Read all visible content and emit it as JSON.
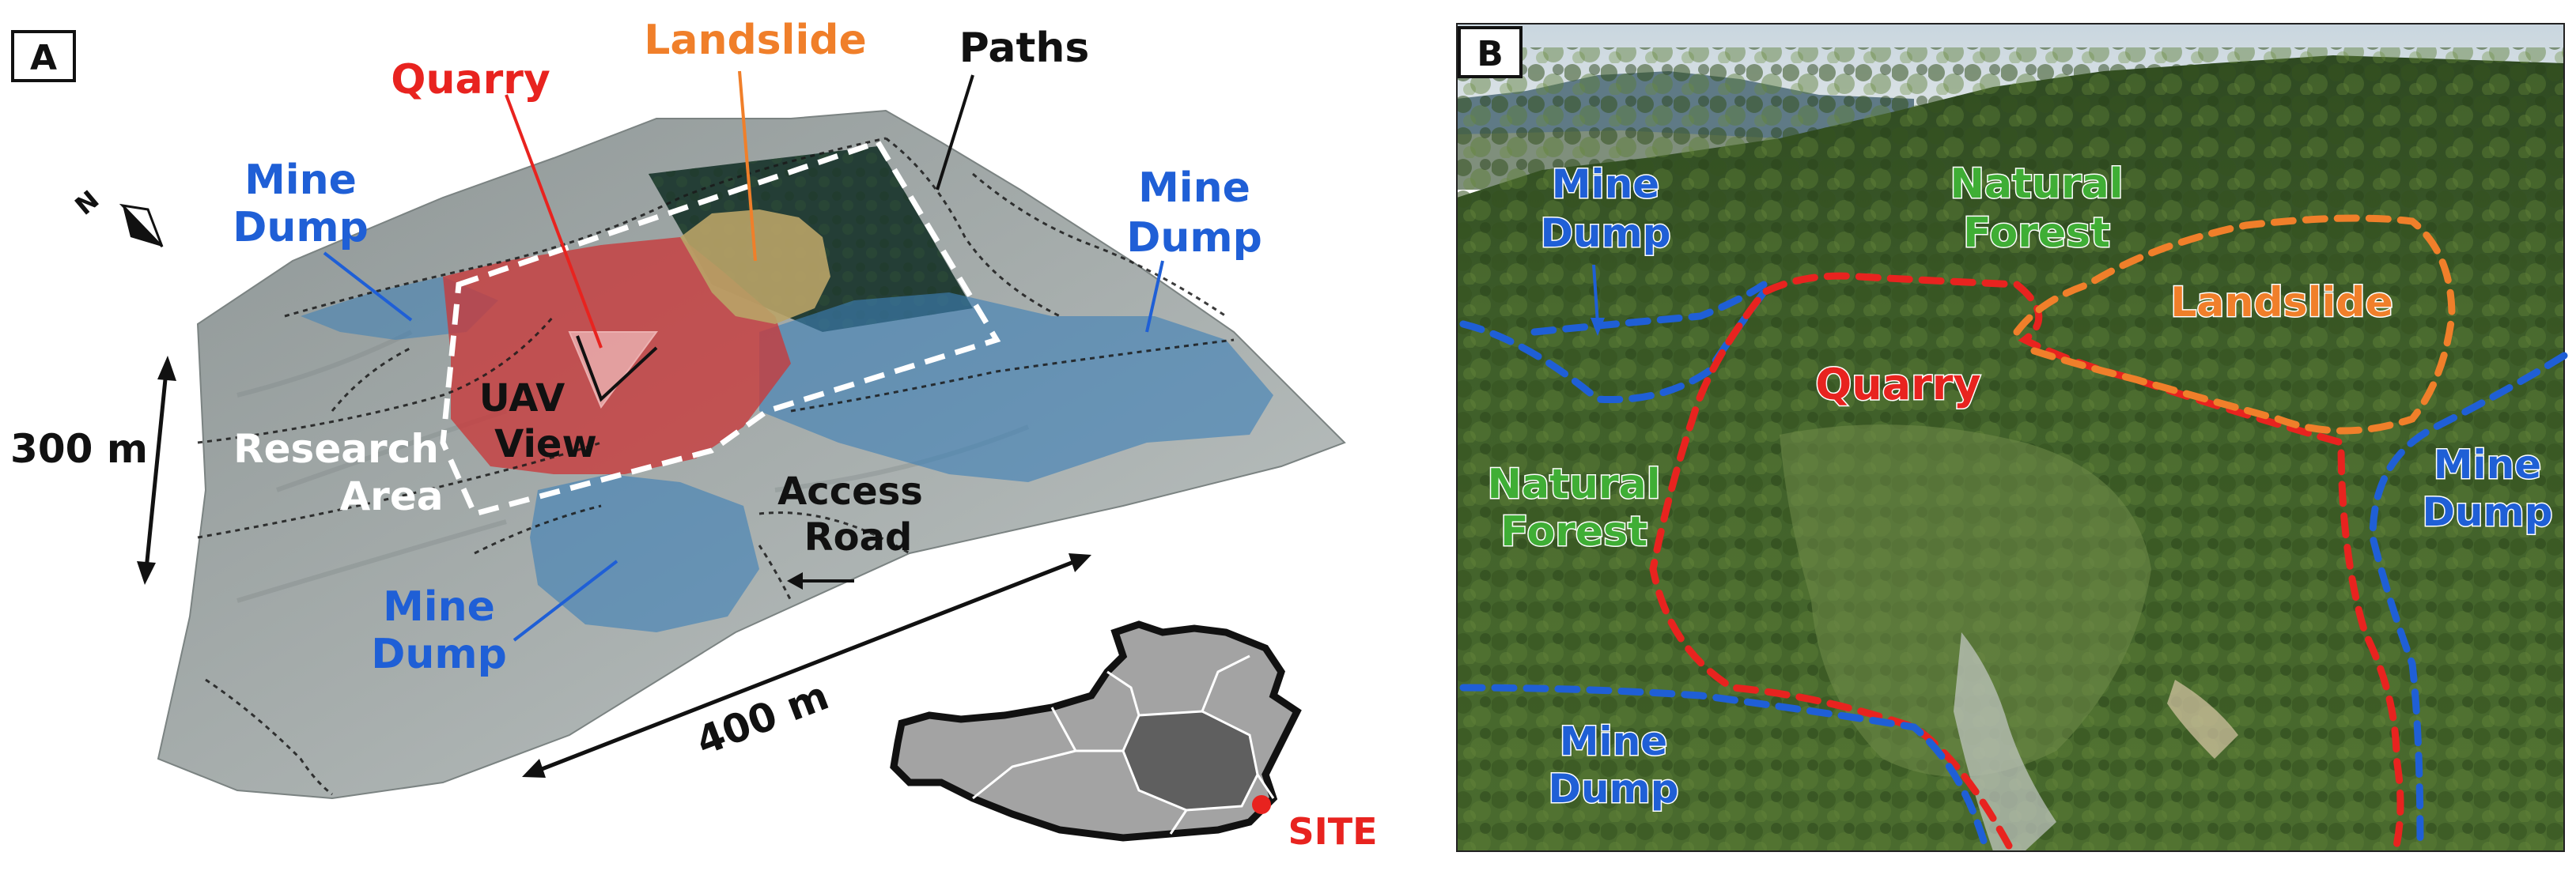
{
  "panels": {
    "a": {
      "letter": "A",
      "labels": {
        "quarry": "Quarry",
        "landslide": "Landslide",
        "paths": "Paths",
        "mine_dump_nw_1": "Mine",
        "mine_dump_nw_2": "Dump",
        "mine_dump_ne_1": "Mine",
        "mine_dump_ne_2": "Dump",
        "mine_dump_s_1": "Mine",
        "mine_dump_s_2": "Dump",
        "uav_view_1": "UAV",
        "uav_view_2": "View",
        "research_area_1": "Research",
        "research_area_2": "Area",
        "access_road_1": "Access",
        "access_road_2": "Road",
        "scale_300": "300 m",
        "scale_400": "400 m",
        "site": "SITE"
      }
    },
    "b": {
      "letter": "B",
      "labels": {
        "mine_dump_nw_1": "Mine",
        "mine_dump_nw_2": "Dump",
        "natural_forest_n_1": "Natural",
        "natural_forest_n_2": "Forest",
        "landslide": "Landslide",
        "quarry": "Quarry",
        "natural_forest_w_1": "Natural",
        "natural_forest_w_2": "Forest",
        "mine_dump_e_1": "Mine",
        "mine_dump_e_2": "Dump",
        "mine_dump_sw_1": "Mine",
        "mine_dump_sw_2": "Dump"
      }
    }
  },
  "colors": {
    "quarry": "#e8231f",
    "landslide": "#f07f2a",
    "mine_dump": "#1f5fd6",
    "natural_forest": "#3fae35",
    "white_label": "#ffffff",
    "black_label": "#111111",
    "site_dot": "#e8231f"
  }
}
